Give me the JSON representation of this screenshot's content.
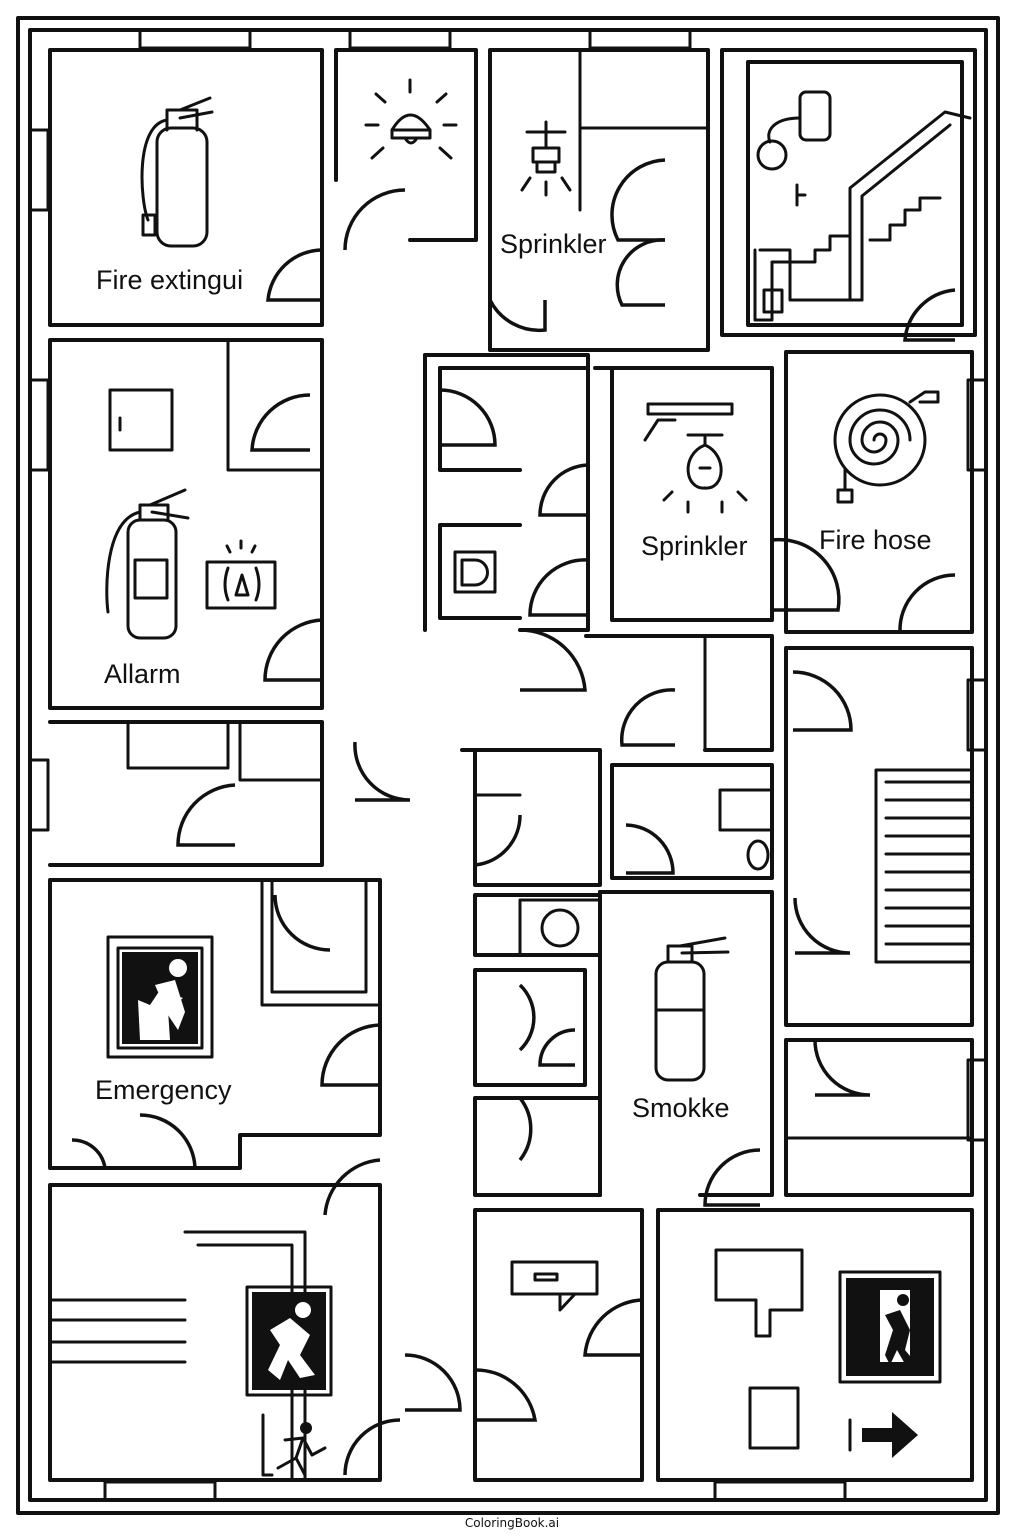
{
  "labels": {
    "fire_extinguisher": "Fire extingui",
    "sprinkler_top": "Sprinkler",
    "alarm": "Allarm",
    "sprinkler_mid": "Sprinkler",
    "fire_hose": "Fire hose",
    "emergency": "Emergency",
    "smoke": "Smokke"
  },
  "credit": "ColoringBook.ai",
  "icons": [
    "fire-extinguisher-icon",
    "alarm-bell-icon",
    "sprinkler-icon",
    "fire-hose-reel-icon",
    "exit-sign-icon",
    "arrow-right-icon",
    "toilet-icon",
    "staircase-icon"
  ],
  "colors": {
    "line": "#111111",
    "background": "#ffffff"
  }
}
